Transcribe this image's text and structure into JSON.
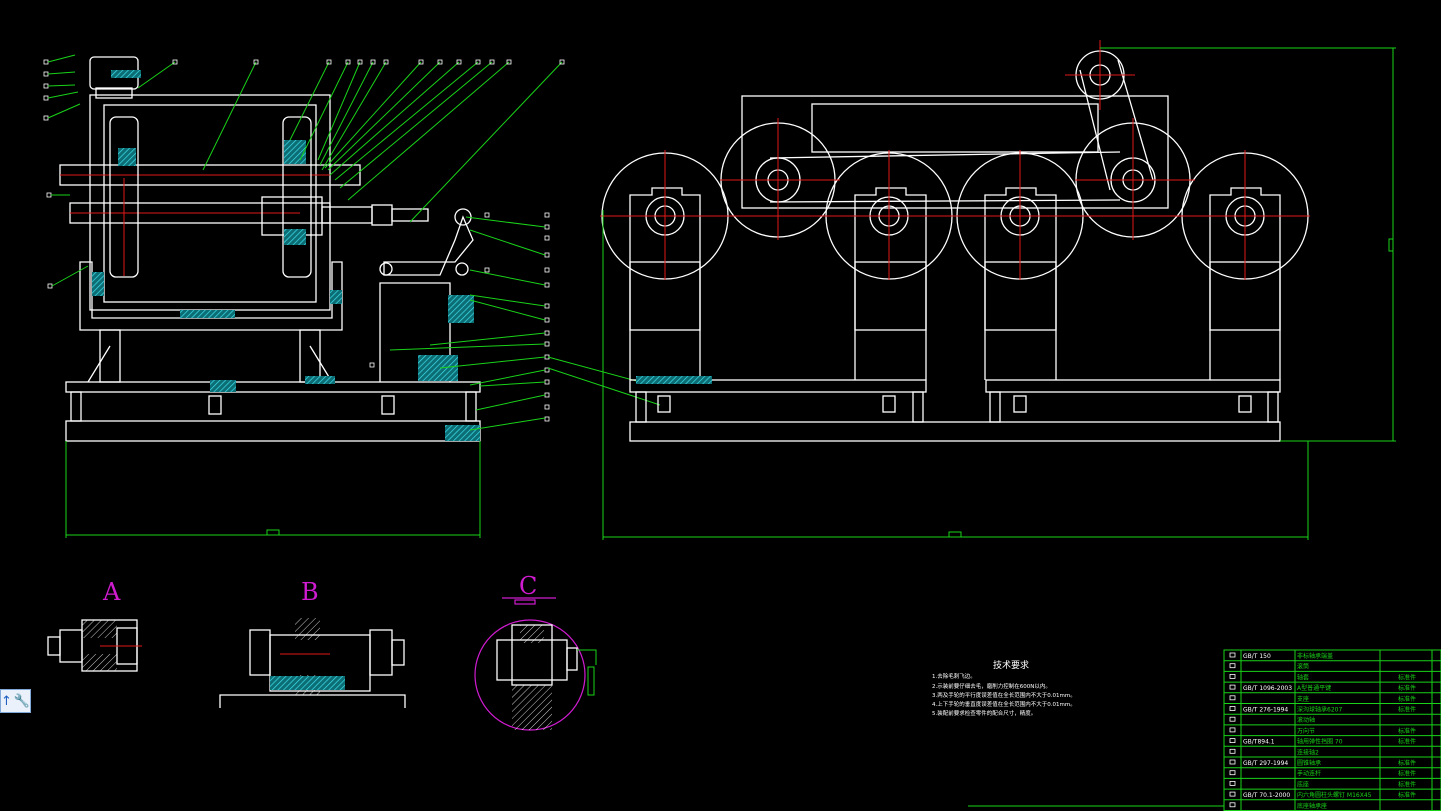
{
  "section_labels": {
    "a": "A",
    "b": "B",
    "c": "C"
  },
  "tech_requirements": {
    "title": "技术要求",
    "lines": [
      "1.去除毛刺飞边。",
      "2.示装前要仔细去毛，磨削力控制在600N以内。",
      "3.两及手轮的平行度误差值在全长范围内不大于0.01mm。",
      "4.上下手轮的垂直度误差值在全长范围内不大于0.01mm。",
      "5.装配前要求检查零件的配合尺寸，精度。"
    ]
  },
  "bom": [
    {
      "std": "GB/T 150",
      "name": "非标轴承端盖",
      "note": ""
    },
    {
      "std": "",
      "name": "滚筒",
      "note": ""
    },
    {
      "std": "",
      "name": "轴套",
      "note": "标准件"
    },
    {
      "std": "GB/T 1096-2003",
      "name": "A型普通平键",
      "note": "标准件"
    },
    {
      "std": "",
      "name": "支座",
      "note": "标准件"
    },
    {
      "std": "GB/T 276-1994",
      "name": "深沟球轴承6207",
      "note": "标准件"
    },
    {
      "std": "",
      "name": "滚动轴",
      "note": ""
    },
    {
      "std": "",
      "name": "万向节",
      "note": "标准件"
    },
    {
      "std": "GB/T894.1",
      "name": "轴用弹性挡圈 70",
      "note": "标准件"
    },
    {
      "std": "",
      "name": "连接轴2",
      "note": ""
    },
    {
      "std": "GB/T 297-1994",
      "name": "圆锥轴承",
      "note": "标准件"
    },
    {
      "std": "",
      "name": "手动连杆",
      "note": "标准件"
    },
    {
      "std": "",
      "name": "底座",
      "note": "标准件"
    },
    {
      "std": "GB/T 70.1-2000",
      "name": "内六角圆柱头螺钉 M16X45",
      "note": "标准件"
    },
    {
      "std": "",
      "name": "底座轴承座",
      "note": ""
    }
  ],
  "colors": {
    "background": "#000000",
    "geometry": "#ffffff",
    "leader": "#19d219",
    "centerline": "#e01818",
    "section_label": "#d01cd0",
    "hatch": "#15b8c4"
  },
  "toolbar": {
    "icon_names": [
      "pin-icon",
      "wrench-icon"
    ],
    "arrow": "↑",
    "wrench": "🔧"
  }
}
